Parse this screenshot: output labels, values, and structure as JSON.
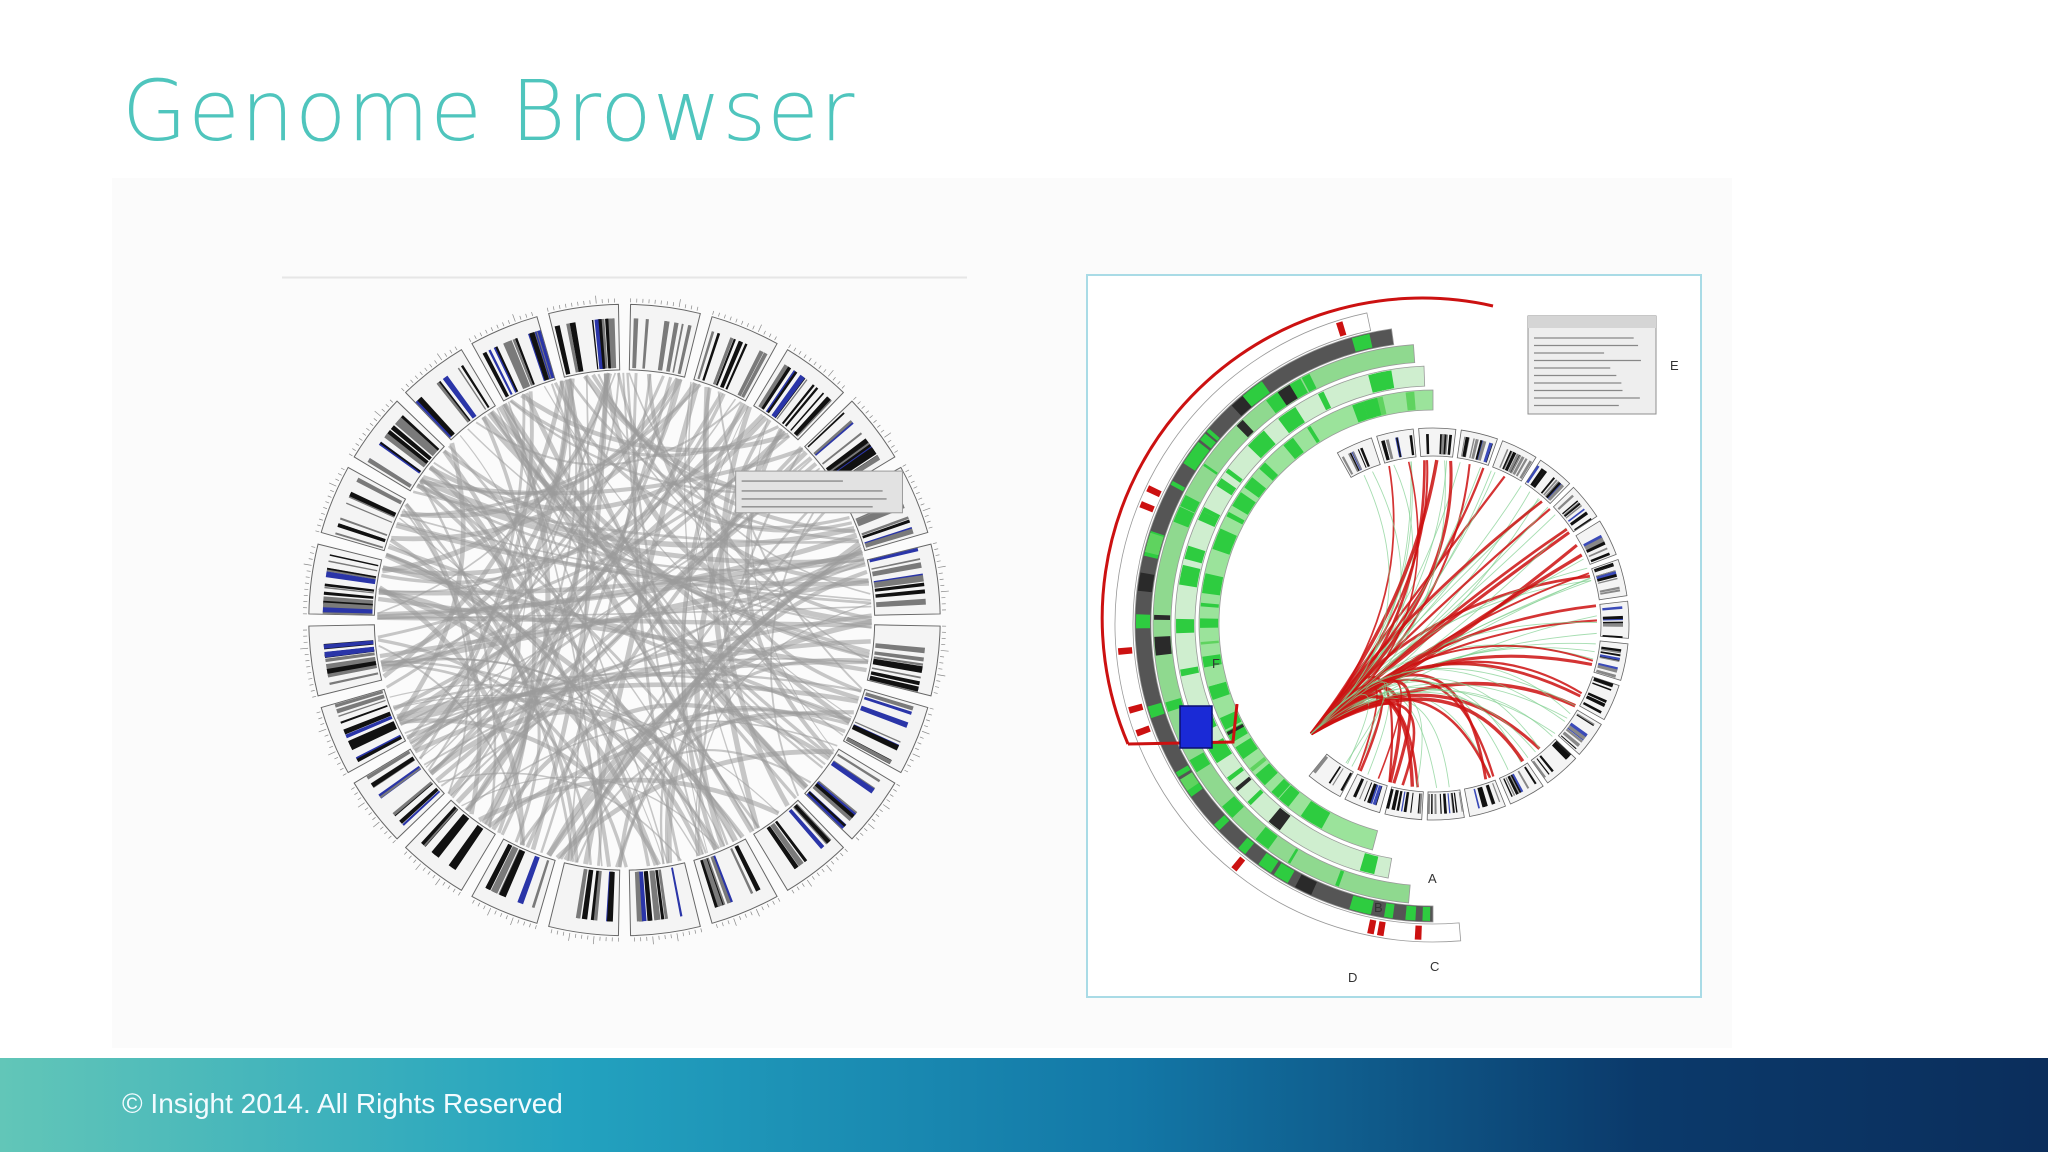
{
  "slide": {
    "title": "Genome Browser",
    "footer": "© Insight 2014. All Rights Reserved"
  },
  "figures": {
    "left": {
      "palette": {
        "band_dark": "#111111",
        "band_blue": "#2a35a8",
        "link": "#9a9a9a"
      }
    },
    "right": {
      "palette": {
        "green": "#2ecc40",
        "red": "#cc1111",
        "dark_gray": "#555555",
        "blue": "#1a2ad6"
      },
      "panel_labels": [
        "A",
        "B",
        "C",
        "D",
        "E",
        "F"
      ]
    }
  }
}
